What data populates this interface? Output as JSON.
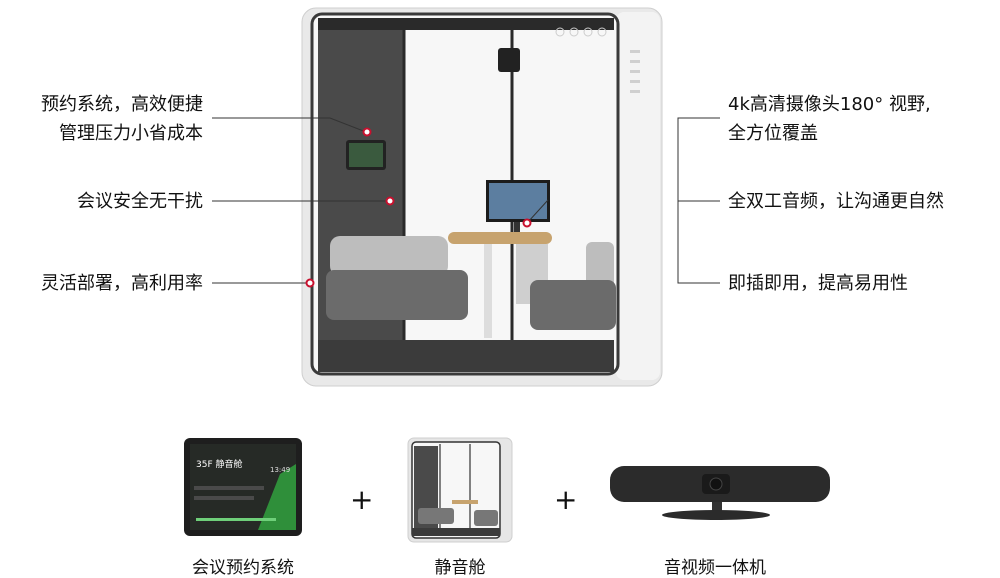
{
  "left_features": [
    {
      "line1": "预约系统，高效便捷",
      "line2": "管理压力小省成本"
    },
    {
      "line1": "会议安全无干扰"
    },
    {
      "line1": "灵活部署，高利用率"
    }
  ],
  "right_features": [
    {
      "line1": "4k高清摄像头180° 视野,",
      "line2": "全方位覆盖"
    },
    {
      "line1": "全双工音频，让沟通更自然"
    },
    {
      "line1": "即插即用，提高易用性"
    }
  ],
  "products": [
    {
      "label": "会议预约系统",
      "screen_title": "35F 静音舱",
      "screen_time": "13:49"
    },
    {
      "label": "静音舱"
    },
    {
      "label": "音视频一体机"
    }
  ],
  "plus_symbol": "+",
  "colors": {
    "marker": "#c8102e",
    "line": "#333333",
    "booth_frame": "#dcdcdc",
    "dark": "#2b2b2b"
  }
}
